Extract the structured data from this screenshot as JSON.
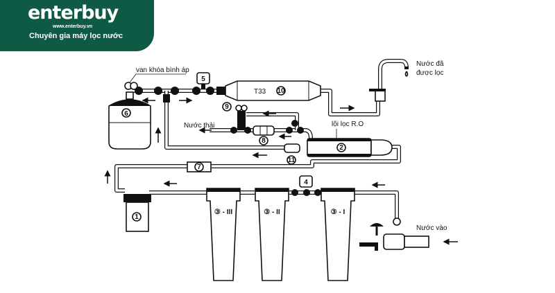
{
  "logo": {
    "brand": "enterbuy",
    "url": "www.enterbuy.vn",
    "tagline": "Chuyên gia máy lọc nước"
  },
  "labels": {
    "tank_valve": "van khóa  bình áp",
    "waste_water": "Nước thải",
    "ro_core": "lõi lọc R.O",
    "filtered_water_1": "Nước đã",
    "filtered_water_2": "được lọc",
    "inlet_water": "Nước vào",
    "post_filter": "T33"
  },
  "components": {
    "c1": "1",
    "c2": "2",
    "c4": "4",
    "c5": "5",
    "c6": "6",
    "c7": "7",
    "c8": "8",
    "c9": "9",
    "c10": "10",
    "c11": "11",
    "stage3": "③ - III",
    "stage2": "③ - II",
    "stage1": "③ - I"
  },
  "colors": {
    "brand": "#0f5a45",
    "line": "#111111"
  }
}
